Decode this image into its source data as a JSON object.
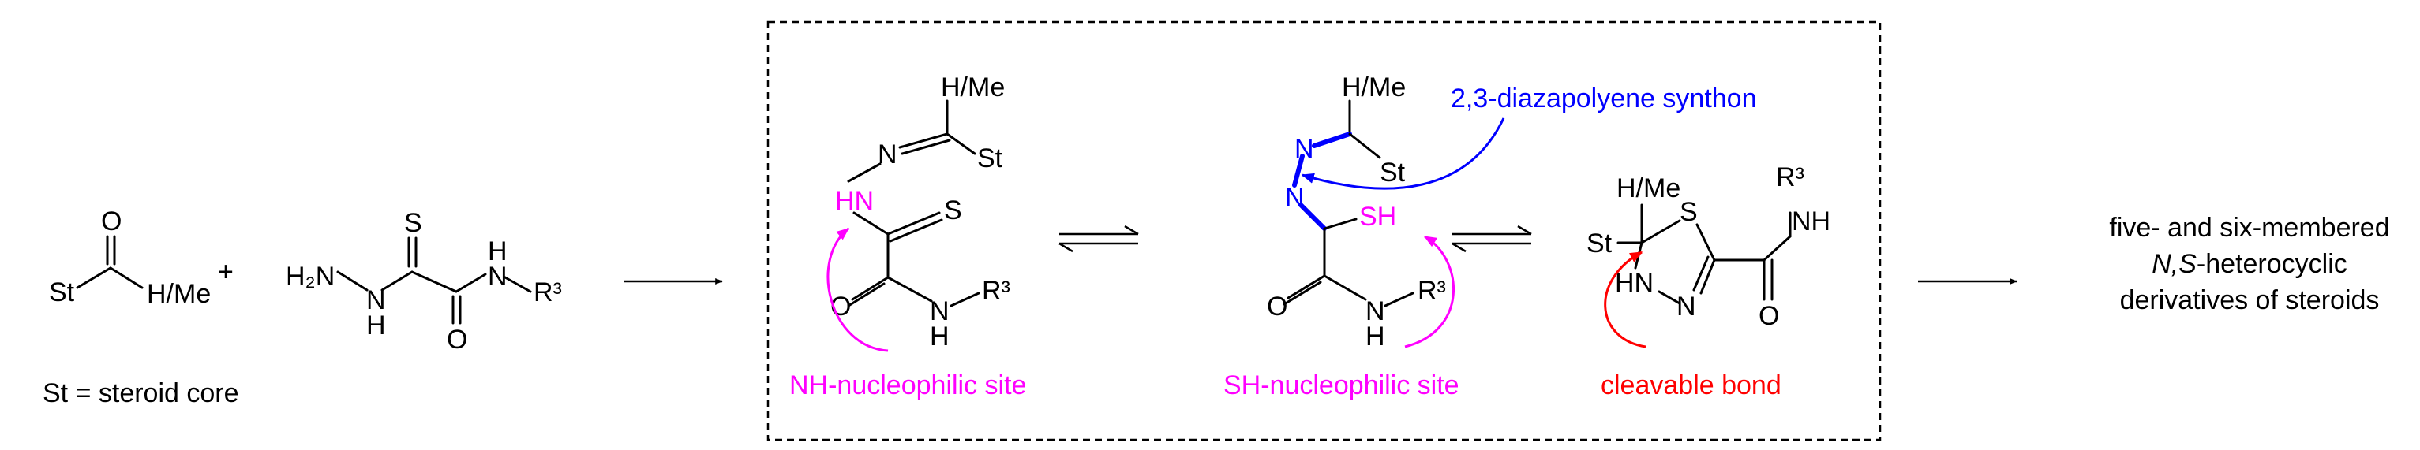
{
  "reactant_aldehyde": {
    "o_label": "O",
    "st_label": "St",
    "hme_label": "H/Me",
    "plus": "+",
    "legend": "St = steroid core"
  },
  "reactant_thiohydrazide": {
    "s_label": "S",
    "h2n_label": "H₂N",
    "n_label": "N",
    "h_label": "H",
    "o_label": "O",
    "nh_n": "N",
    "nh_h": "H",
    "r3_label": "R³"
  },
  "box": {
    "mol1": {
      "hme": "H/Me",
      "n": "N",
      "st": "St",
      "hn": "HN",
      "s": "S",
      "o": "O",
      "n2": "N",
      "h2": "H",
      "r3": "R³",
      "caption": "NH-nucleophilic site"
    },
    "mol2": {
      "hme": "H/Me",
      "n1": "N",
      "st": "St",
      "n2": "N",
      "sh": "SH",
      "o": "O",
      "n3": "N",
      "h": "H",
      "r3": "R³",
      "synthon": "2,3-diazapolyene synthon",
      "caption": "SH-nucleophilic site"
    },
    "mol3": {
      "hme": "H/Me",
      "r3": "R³",
      "st": "St",
      "s": "S",
      "nh": "NH",
      "hn": "HN",
      "n": "N",
      "o": "O",
      "caption": "cleavable bond"
    }
  },
  "product": {
    "line1": "five- and six-membered",
    "line2_italic": "N,S",
    "line2_rest": "-heterocyclic",
    "line3": "derivatives of steroids"
  },
  "colors": {
    "magenta": "#ff00ff",
    "blue": "#0000ff",
    "red": "#ff0000",
    "black": "#000000"
  }
}
